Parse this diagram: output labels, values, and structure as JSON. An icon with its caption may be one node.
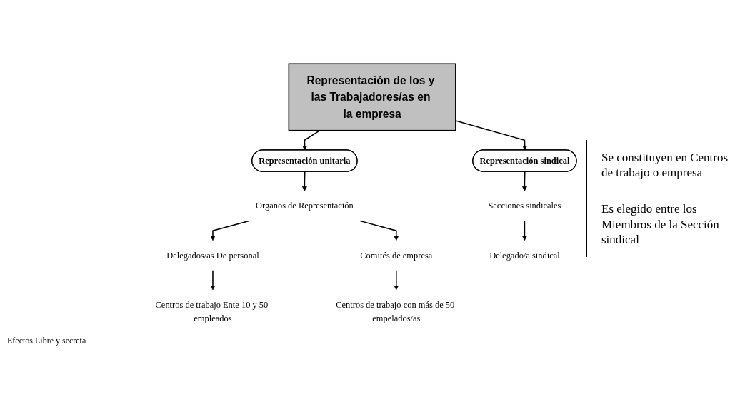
{
  "diagram": {
    "nodes": [
      {
        "text": [
          "Representación de los y las Trabajadores/as en la empresa"
        ]
      },
      {
        "text": [
          "Representación unitaria"
        ]
      },
      {
        "text": [
          "Representación sindical"
        ]
      },
      {
        "text": [
          "Órganos de Representación"
        ]
      },
      {
        "text": [
          "Delegados/as De personal"
        ]
      },
      {
        "text": [
          "Comités de empresa"
        ]
      },
      {
        "text": [
          "Centros de trabajo Ente 10 y 50 empleados"
        ]
      },
      {
        "text": [
          "Centros de trabajo con más de 50 empelados/as"
        ]
      },
      {
        "text": [
          "Secciones sindicales"
        ]
      },
      {
        "text": [
          "Delegado/a sindical"
        ]
      }
    ],
    "edges": [
      {
        "from": 0,
        "to": 1,
        "arrow": "to"
      },
      {
        "from": 0,
        "to": 2,
        "arrow": "to"
      },
      {
        "from": 1,
        "to": 3,
        "arrow": "to"
      },
      {
        "from": 3,
        "to": 4,
        "arrow": "to"
      },
      {
        "from": 3,
        "to": 5,
        "arrow": "to"
      },
      {
        "from": 4,
        "to": 6,
        "arrow": "to"
      },
      {
        "from": 5,
        "to": 7,
        "arrow": "to"
      },
      {
        "from": 2,
        "to": 8,
        "arrow": "to"
      },
      {
        "from": 8,
        "to": 9,
        "arrow": "to"
      }
    ],
    "labels": [
      "Efectos Libre y secreta",
      "Se constituyen en Centros de trabajo o empresa",
      "Es elegido entre los Miembros de la Sección sindical"
    ]
  }
}
